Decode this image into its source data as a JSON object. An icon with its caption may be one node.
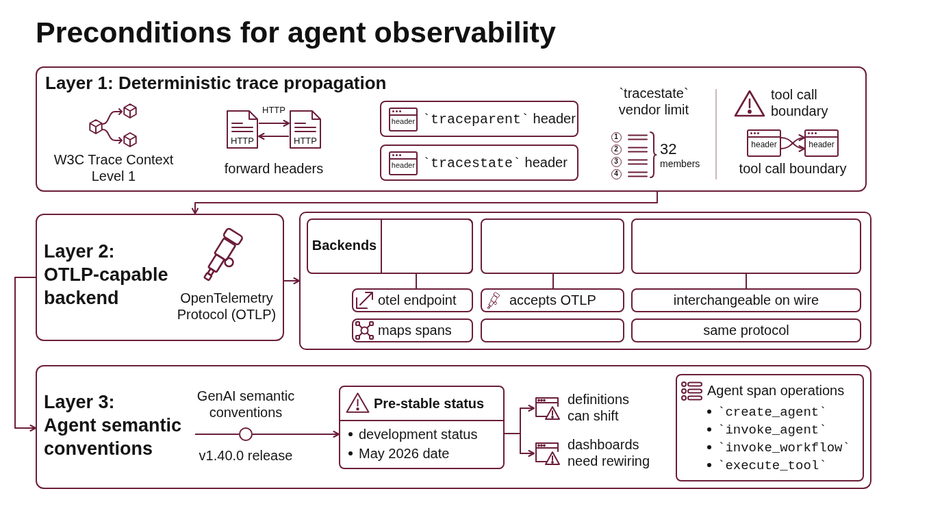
{
  "diagram": {
    "title": "Preconditions for agent observability",
    "nodes": [
      {
        "text": [
          "Layer 1: Deterministic trace propagation"
        ]
      },
      {
        "text": [
          "HTTP"
        ],
        "in": 0
      },
      {
        "text": [
          "HTTP"
        ],
        "in": 0
      },
      {
        "text": [
          "`traceparent` header"
        ],
        "in": 0
      },
      {
        "text": [
          "header"
        ],
        "in": 3
      },
      {
        "text": [
          "`tracestate` header"
        ],
        "in": 0
      },
      {
        "text": [
          "header"
        ],
        "in": 5
      },
      {
        "text": [
          "1"
        ],
        "in": 0
      },
      {
        "text": [
          "2"
        ],
        "in": 0
      },
      {
        "text": [
          "3"
        ],
        "in": 0
      },
      {
        "text": [
          "4"
        ],
        "in": 0
      },
      {
        "text": [
          "header"
        ],
        "in": 0
      },
      {
        "text": [
          "header"
        ],
        "in": 0
      },
      {
        "text": [
          "Layer 2: OTLP-capable backend",
          "OpenTelemetry Protocol (OTLP)"
        ]
      },
      {
        "text": [],
        "shape": "box"
      },
      {
        "text": [
          "Backends"
        ],
        "in": 14
      },
      {
        "text": [],
        "shape": "box",
        "in": 15
      },
      {
        "text": [],
        "shape": "box",
        "in": 14
      },
      {
        "text": [],
        "shape": "box",
        "in": 14
      },
      {
        "text": [
          "otel endpoint"
        ],
        "in": 14
      },
      {
        "text": [
          "accepts OTLP"
        ],
        "in": 14
      },
      {
        "text": [
          "interchangeable on wire"
        ],
        "in": 14
      },
      {
        "text": [
          "maps spans"
        ],
        "in": 14
      },
      {
        "text": [],
        "shape": "box",
        "in": 14
      },
      {
        "text": [
          "same protocol"
        ],
        "in": 14
      },
      {
        "text": [
          "Layer 3: Agent semantic conventions"
        ]
      },
      {
        "text": [],
        "shape": "circle",
        "in": 25,
        "beside": [
          "GenAI semantic conventions",
          "v1.40.0 release"
        ]
      },
      {
        "text": [
          "Pre-stable status",
          "development status",
          "May 2026 date"
        ],
        "in": 25
      },
      {
        "text": [
          "definitions can shift"
        ],
        "in": 25
      },
      {
        "text": [
          "dashboards need rewiring"
        ],
        "in": 25
      },
      {
        "text": [
          "Agent span operations",
          "`create_agent`",
          "`invoke_agent`",
          "`invoke_workflow`",
          "`execute_tool`"
        ],
        "in": 25
      }
    ],
    "edges": [
      {
        "from": 0,
        "to": 13,
        "arrow": "to"
      },
      {
        "from": 1,
        "to": 2,
        "arrow": "to",
        "label": "HTTP"
      },
      {
        "from": 2,
        "to": 1,
        "arrow": "to"
      },
      {
        "from": 11,
        "to": 12,
        "arrow": "to"
      },
      {
        "from": 11,
        "to": 12,
        "arrow": "to"
      },
      {
        "from": 13,
        "to": 14,
        "arrow": "to"
      },
      {
        "from": 13,
        "to": 25,
        "arrow": "to"
      },
      {
        "from": 16,
        "to": 19,
        "arrow": "none"
      },
      {
        "from": 17,
        "to": 20,
        "arrow": "none"
      },
      {
        "from": 18,
        "to": 21,
        "arrow": "none"
      },
      {
        "from": null,
        "to": 26,
        "arrow": "none"
      },
      {
        "from": 26,
        "to": 27,
        "arrow": "to"
      },
      {
        "from": 27,
        "to": 28,
        "arrow": "to"
      },
      {
        "from": 27,
        "to": 29,
        "arrow": "to"
      }
    ],
    "labels": [
      "W3C Trace Context Level 1",
      "forward headers",
      "`tracestate` vendor limit",
      "32",
      "members",
      "tool call boundary",
      "tool call boundary"
    ]
  }
}
